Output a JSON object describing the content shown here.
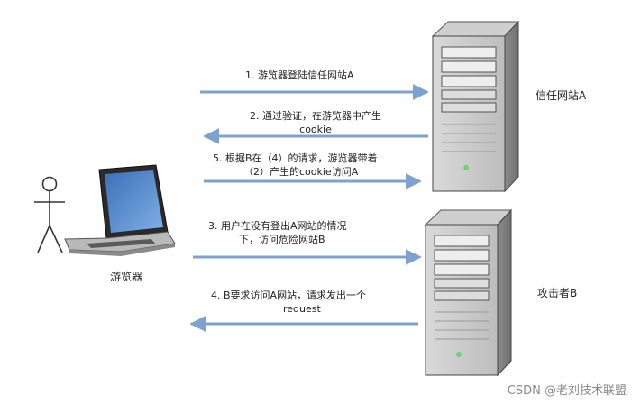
{
  "nodes": {
    "browser": "游览器",
    "site_a": "信任网站A",
    "attacker_b": "攻击者B"
  },
  "steps": {
    "step1": "1. 游览器登陆信任网站A",
    "step2_line1": "2. 通过验证，在游览器中产生",
    "step2_line2": "cookie",
    "step5_line1": "5. 根据B在（4）的请求，游览器带着",
    "step5_line2": "（2）产生的cookie访问A",
    "step3_line1": "3.  用户在没有登出A网站的情况",
    "step3_line2": "下，访问危险网站B",
    "step4_line1": "4. B要求访问A网站，请求发出一个",
    "step4_line2": "request"
  },
  "watermark": "CSDN @老刘技术联盟",
  "colors": {
    "arrow": "#7ea1cf",
    "arrow_stroke": "#5b81b6"
  }
}
